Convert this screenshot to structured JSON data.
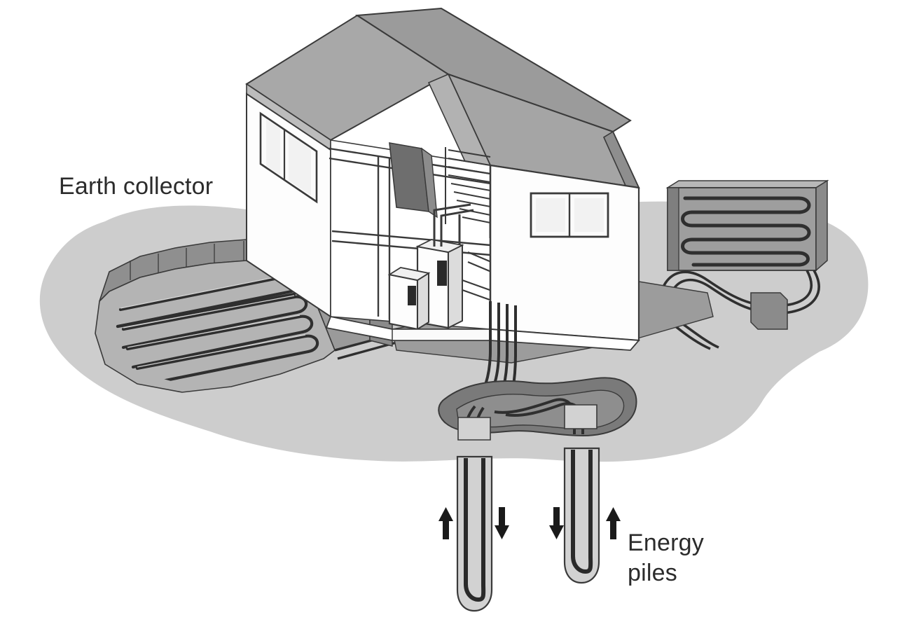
{
  "diagram": {
    "title": "Geothermal heat pump system with earth collectors and energy piles",
    "labels": {
      "earth_collector": "Earth collector",
      "energy_piles_line1": "Energy",
      "energy_piles_line2": "piles"
    },
    "colors": {
      "background": "#ffffff",
      "ground": "#cdcdcd",
      "ground_edge": "#c2c2c2",
      "roof": "#a8a8a8",
      "roof_dark": "#9b9b9b",
      "trench_dark": "#7a7a7a",
      "pit_wall": "#8f8f8f",
      "pit_floor": "#b4b4b4",
      "collector_panel": "#9e9e9e",
      "wall_white": "#fdfdfd",
      "outline": "#3a3a3a",
      "pipe": "#2f2f2f",
      "pile_body": "#d2d2d2",
      "label_text": "#2b2b2b",
      "arrow": "#1a1a1a"
    },
    "elements": {
      "house": {
        "name": "cutaway-house",
        "roof_type": "gable",
        "walls_visible": 2,
        "windows": 2,
        "interior_equipment": [
          "heat-pump-unit",
          "buffer-tank-unit",
          "floor-heating-pipes",
          "stairs"
        ]
      },
      "left_collector": {
        "name": "earth-collector-left",
        "style": "excavated-pit-serpentine",
        "coil_runs": 8
      },
      "right_collector": {
        "name": "earth-collector-right",
        "style": "vertical-panel-serpentine",
        "coil_runs": 4
      },
      "trench": {
        "name": "pipe-trench",
        "shape": "oval-excavation"
      },
      "energy_piles": [
        {
          "name": "energy-pile-left",
          "depth_label": "long"
        },
        {
          "name": "energy-pile-right",
          "depth_label": "short"
        }
      ],
      "flow_arrows": [
        {
          "name": "flow-arrow-1",
          "direction": "up"
        },
        {
          "name": "flow-arrow-2",
          "direction": "down"
        },
        {
          "name": "flow-arrow-3",
          "direction": "down"
        },
        {
          "name": "flow-arrow-4",
          "direction": "up"
        }
      ]
    }
  }
}
